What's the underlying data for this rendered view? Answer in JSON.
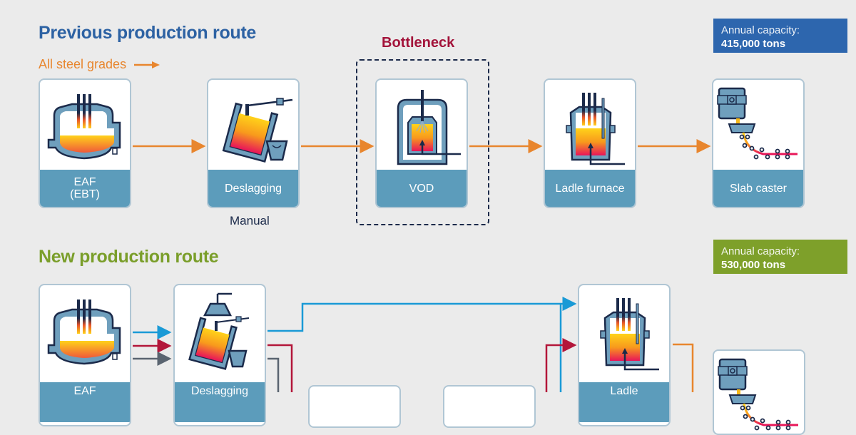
{
  "previous_route": {
    "title": "Previous production route",
    "input_label": "All steel grades",
    "bottleneck_label": "Bottleneck",
    "capacity": {
      "label": "Annual capacity:",
      "value": "415,000 tons",
      "color": "#2d66ae"
    },
    "steps": [
      {
        "name": "EAF",
        "sub": "(EBT)",
        "icon": "eaf-furnace-icon"
      },
      {
        "name": "Deslagging",
        "note": "Manual",
        "icon": "deslagging-icon"
      },
      {
        "name": "VOD",
        "icon": "vod-vessel-icon"
      },
      {
        "name": "Ladle furnace",
        "icon": "ladle-furnace-icon"
      },
      {
        "name": "Slab caster",
        "icon": "slab-caster-icon"
      }
    ],
    "flow_color": "#e8862e"
  },
  "new_route": {
    "title": "New production route",
    "capacity": {
      "label": "Annual capacity:",
      "value": "530,000 tons",
      "color": "#7ea02a"
    },
    "steps": [
      {
        "name": "EAF",
        "icon": "eaf-furnace-icon"
      },
      {
        "name": "Deslagging",
        "icon": "deslagging-icon"
      },
      {
        "name": "",
        "icon": ""
      },
      {
        "name": "",
        "icon": ""
      },
      {
        "name": "Ladle",
        "icon": "ladle-furnace-icon"
      },
      {
        "name": "",
        "icon": "slab-caster-icon"
      }
    ],
    "flow_colors": {
      "blue": "#1a9ad6",
      "red": "#b3163a",
      "gray": "#5a6470",
      "orange": "#e8862e"
    }
  }
}
